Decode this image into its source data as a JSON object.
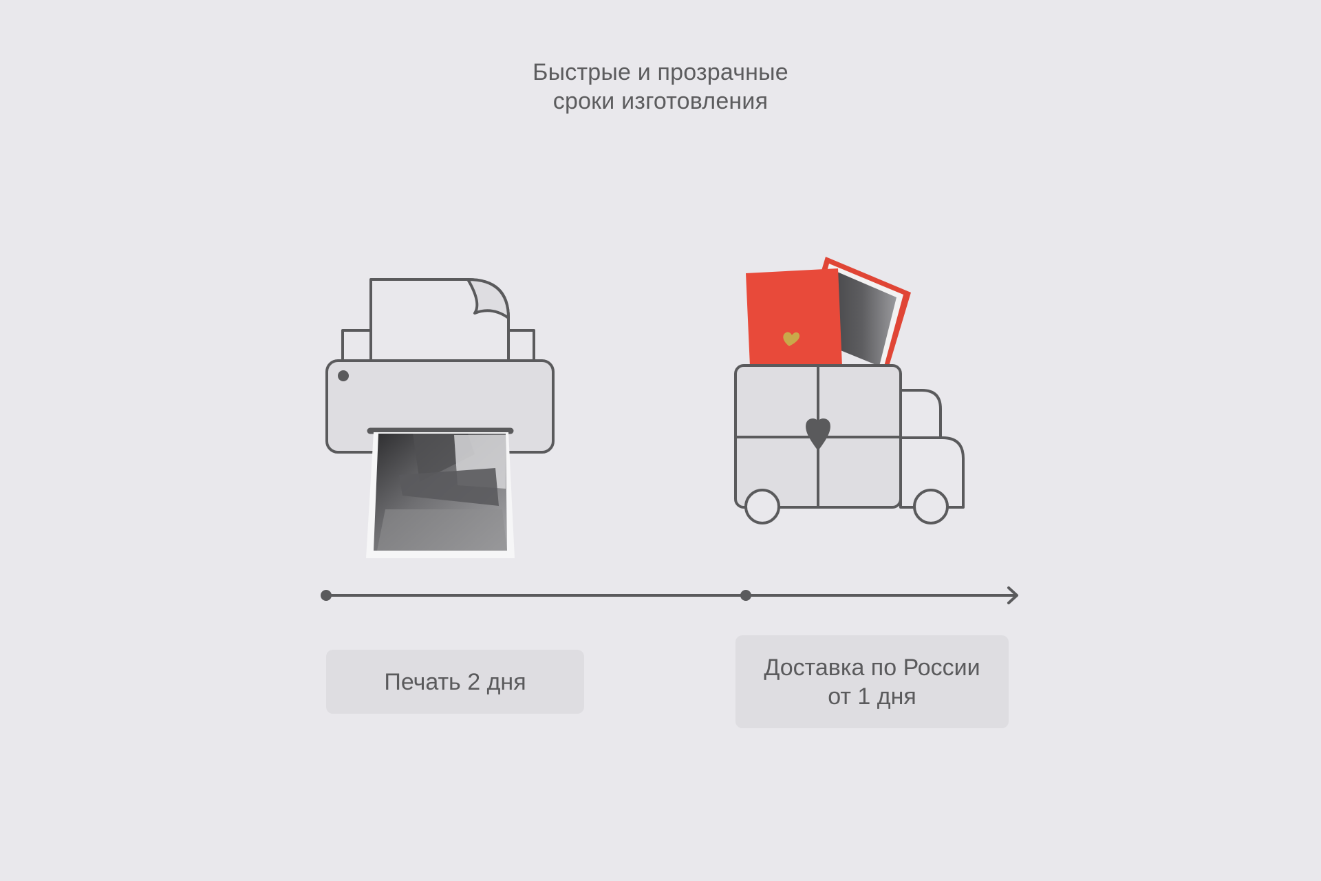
{
  "title": {
    "line1": "Быстрые и прозрачные",
    "line2": "сроки изготовления"
  },
  "steps": [
    {
      "icon": "printer-icon",
      "label_lines": [
        "Печать 2 дня"
      ]
    },
    {
      "icon": "delivery-truck-icon",
      "label_lines": [
        "Доставка по России",
        "от 1 дня"
      ]
    }
  ],
  "colors": {
    "background": "#e9e8ec",
    "stroke": "#5a5a5c",
    "fill": "#dedde1",
    "accent_red": "#e84a3a",
    "gold": "#c9a94a"
  }
}
